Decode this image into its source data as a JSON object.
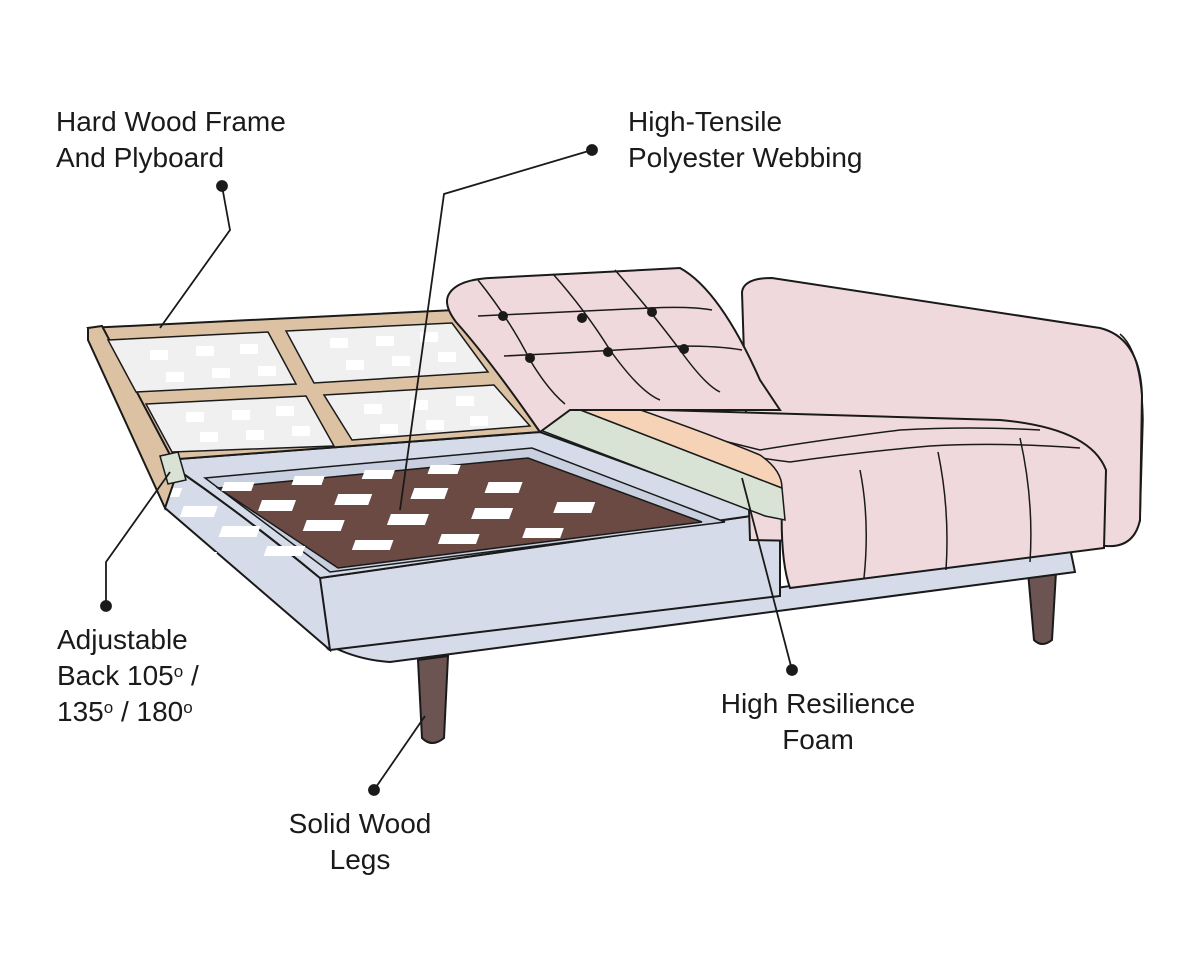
{
  "labels": {
    "frame": {
      "line1": "Hard Wood Frame",
      "line2": "And Plyboard"
    },
    "webbing": {
      "line1": "High-Tensile",
      "line2": "Polyester Webbing"
    },
    "back": {
      "line1": "Adjustable",
      "line2_prefix": "Back 105",
      "line2_suffix": " /",
      "line3_a": "135",
      "line3_mid": " / 180",
      "degree_symbol": "o"
    },
    "foam": {
      "line1": "High Resilience",
      "line2": "Foam"
    },
    "legs": {
      "line1": "Solid Wood",
      "line2": "Legs"
    }
  },
  "colors": {
    "outline": "#1a1a1a",
    "wood_frame": "#dcc2a3",
    "base_blue": "#d5dbe8",
    "webbing_brown": "#6b4a44",
    "upholstery_pink": "#f0d9dc",
    "foam_orange": "#f6d3b6",
    "foam_green": "#d9e3d5",
    "leg_brown": "#6b5451",
    "board_grey": "#f0f0f0"
  }
}
